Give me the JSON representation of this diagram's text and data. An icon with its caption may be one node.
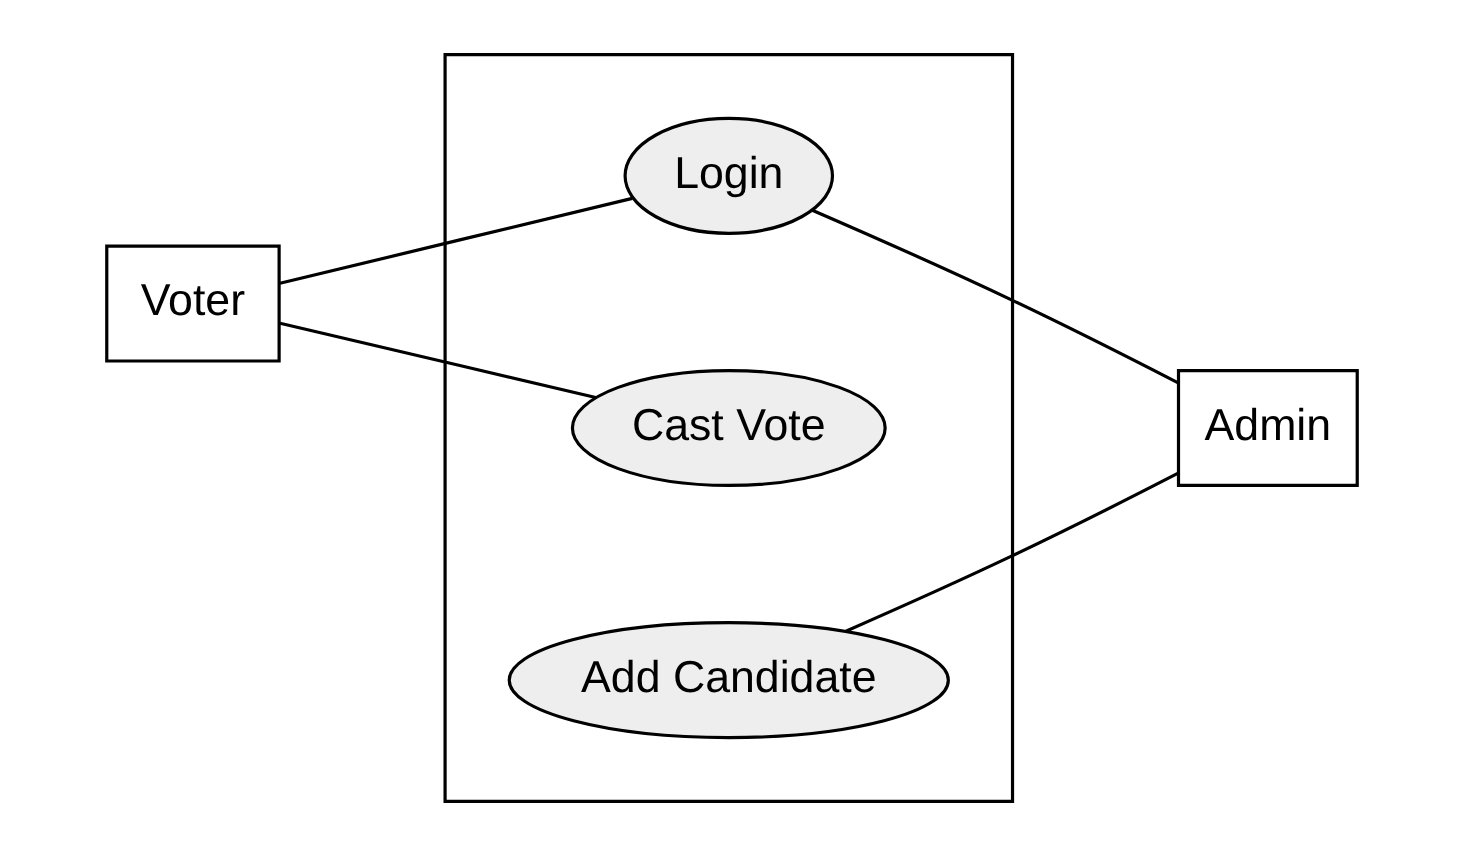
{
  "diagram": {
    "nodes": [
      {
        "text": [
          "Voter"
        ]
      },
      {
        "text": [],
        "shape": "box"
      },
      {
        "text": [
          "Login"
        ],
        "in": 1
      },
      {
        "text": [
          "Cast Vote"
        ],
        "in": 1
      },
      {
        "text": [
          "Add Candidate"
        ],
        "in": 1
      },
      {
        "text": [
          "Admin"
        ]
      }
    ],
    "edges": [
      {
        "from": 0,
        "to": 2,
        "arrow": "none"
      },
      {
        "from": 0,
        "to": 3,
        "arrow": "none"
      },
      {
        "from": 2,
        "to": 5,
        "arrow": "none"
      },
      {
        "from": 4,
        "to": 5,
        "arrow": "none"
      }
    ]
  }
}
